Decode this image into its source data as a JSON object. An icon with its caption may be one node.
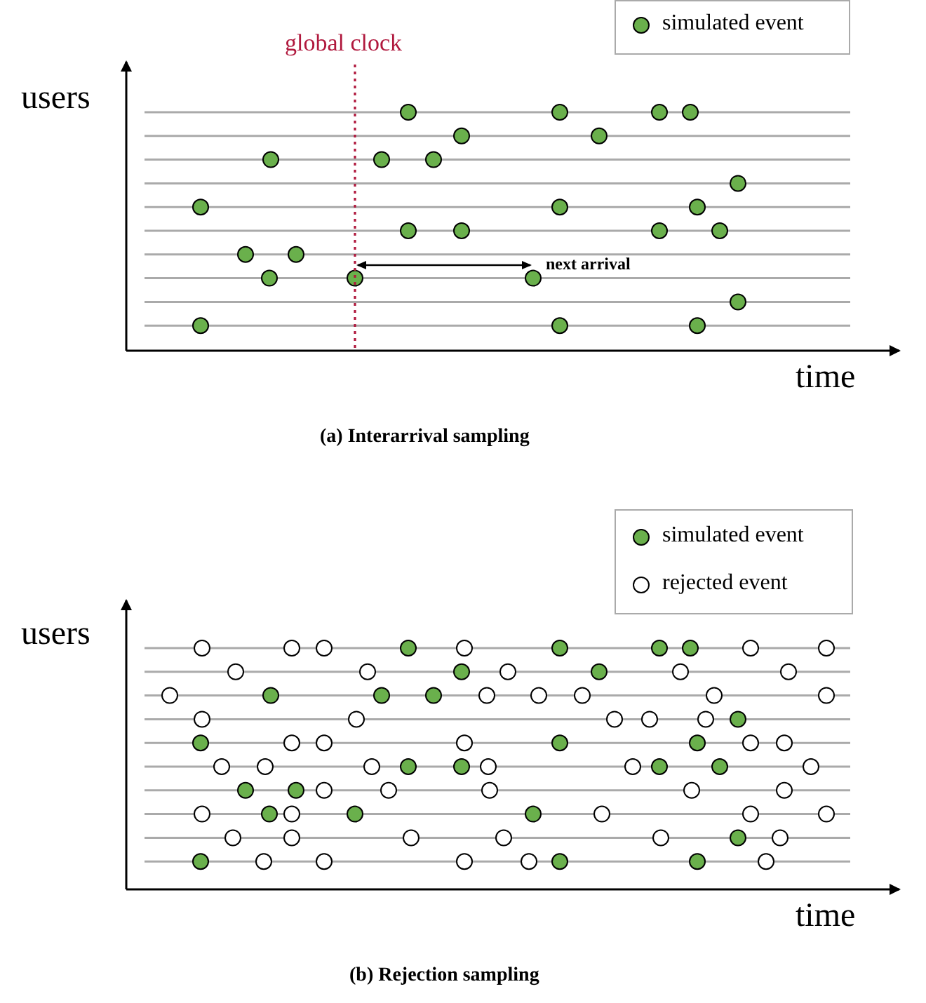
{
  "diagram": {
    "labels": [
      "global clock",
      "users",
      "next arrival",
      "time",
      "(a) Interarrival sampling",
      "users",
      "time",
      "(b) Rejection sampling"
    ],
    "legend": [
      {
        "text": "simulated event",
        "color": "#6ab04c"
      },
      {
        "text": "simulated event",
        "color": "#6ab04c"
      },
      {
        "text": "rejected event",
        "color": "#ffffff"
      }
    ]
  }
}
